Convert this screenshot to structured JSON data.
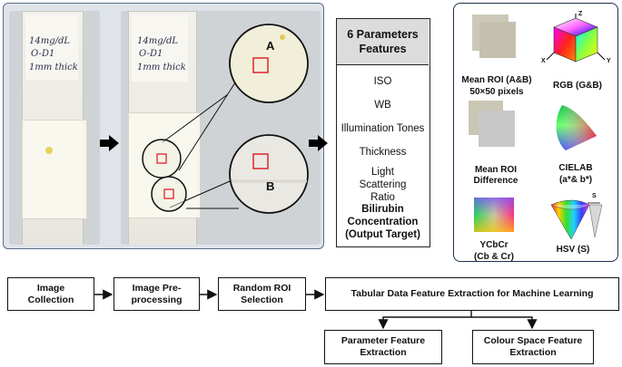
{
  "photo_left": {
    "handwriting": [
      "14mg/dL",
      "O-D1",
      "1mm thick"
    ]
  },
  "photo_right": {
    "handwriting": [
      "14mg/dL",
      "O-D1",
      "1mm thick"
    ],
    "zoom_labels": [
      "A",
      "B"
    ]
  },
  "parameters": {
    "title": "6 Parameters Features",
    "items": [
      "ISO",
      "WB",
      "Illumination Tones",
      "Thickness",
      "Light Scattering Ratio"
    ],
    "target": "Bilirubin Concentration (Output Target)"
  },
  "colour_spaces": {
    "mean_roi": "Mean ROI (A&B)",
    "mean_roi_size": "50×50 pixels",
    "rgb": "RGB (G&B)",
    "mean_roi_diff": "Mean ROI Difference",
    "cielab": "CIELAB",
    "cielab_sub": "(a*& b*)",
    "ycbcr": "YCbCr",
    "ycbcr_sub": "(Cb & Cr)",
    "hsv": "HSV (S)",
    "axis_z": "Z",
    "axis_x": "X",
    "axis_y": "Y",
    "axis_s": "S"
  },
  "flow": {
    "step1": "Image Collection",
    "step2": "Image Pre-processing",
    "step3": "Random ROI Selection",
    "step4": "Tabular Data Feature Extraction for Machine Learning",
    "step5a": "Parameter Feature Extraction",
    "step5b": "Colour Space Feature Extraction"
  },
  "colors": {
    "roi_red": "#e0242a",
    "panel_border": "#5b6b86",
    "panel_fill": "#dfe3ea",
    "header_grey": "#dcdcdc"
  }
}
